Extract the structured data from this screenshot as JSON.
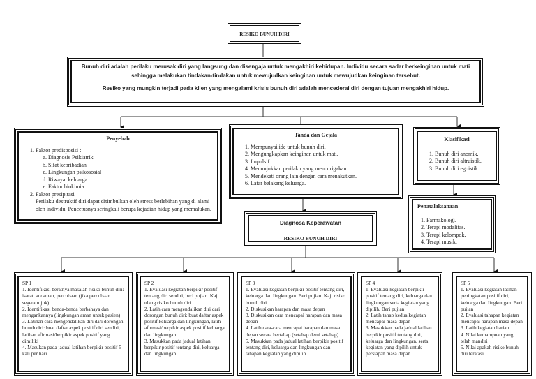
{
  "title": "RESIKO BUNUH DIRI",
  "definition": {
    "p1": "Bunuh diri adalah perilaku merusak diri yang langsung dan disengaja untuk mengakhiri kehidupan. Individu secara sadar berkeinginan untuk mati sehingga melakukan tindakan-tindakan untuk  mewujudkan keinginan untuk mewujudkan keinginan tersebut.",
    "p2": "Resiko yang mungkin terjadi pada klien yang mengalami krisis bunuh diri adalah mencederai diri dengan tujuan mengakhiri hidup."
  },
  "penyebab": {
    "heading": "Penyebab",
    "item1": "Faktor predisposisi :",
    "sub": [
      "Diagnosis Psikiatrik",
      "Sifat kepribadian",
      "Lingkungan psikososial",
      "Riwayat keluarga",
      "Faktor biokimia"
    ],
    "item2": "Faktor presipitasi",
    "item2_text": "Perilaku destruktif diri dapat ditimbulkan oleh stress berlebihan yang di alami oleh individu. Pencetusnya seringkali berupa kejadian hidup yang memalukan."
  },
  "tanda": {
    "heading": "Tanda dan Gejala",
    "items": [
      "Mempunyai ide untuk bunuh diri.",
      "Mengungkapkan keinginan untuk mati.",
      "Impulsif.",
      "Menunjukkan perilaku yang mencurigakan.",
      "Mendekati orang lain dengan cara menakutkan.",
      "Latar belakang keluarga."
    ]
  },
  "klasifikasi": {
    "heading": "Klasifikasi",
    "items": [
      "Bunuh diri anomik.",
      "Bunuh diri altruistik.",
      "Bunuh diri egoistik."
    ]
  },
  "penatalaksanaan": {
    "heading": "Penatalaksanaan",
    "items": [
      "Farmakologi.",
      "Terapi modalitas.",
      "Terapi kelompok.",
      "Terapi musik."
    ]
  },
  "diagnosa": {
    "heading": "Diagnosa Keperawatan",
    "value": "RESIKO BUNUH DIRI"
  },
  "sp": [
    {
      "title": "SP 1",
      "lines": [
        "1. Identifikasi beratnya masalah risiko bunuh diri: isarat, ancaman, percobaan (jika percobaan segera rujuk)",
        "2. Identifikasi benda-benda berbahaya dan mengankannya (lingkungan aman untuk pasien)",
        "3.  Latihan cara mengendalikan diri dari dorongan bunuh diri: buat daftar aspek positif diri sendiri, latihan afirmasi/berpikir aspek positif yang dimiliki",
        "4. Masukan pada jadual latihan berpikir positif 5 kali per hari"
      ]
    },
    {
      "title": "SP 2",
      "lines": [
        "1. Evaluasi kegiatan berpikir positif tentang diri sendiri, beri pujian. Kaji ulang risiko bunuh diri",
        "2. Latih  cara mengendalikan diri dari dorongan bunuh diri: buat daftar aspek positif keluarga dan lingkungan, latih afirmasi/berpikir aspek positif keluarga dan lingkungan",
        "3. Masukkan pada jadual latihan berpikir positif tentang diri, keluarga dan lingkungan"
      ]
    },
    {
      "title": "SP 3",
      "lines": [
        "1. Evaluasi kegiatan berpikir positif tentang diri, keluarga dan lingkungan. Beri pujian. Kaji risiko bunuh diri",
        "2. Diskusikan harapan dan masa depan",
        "3.  Diskusikan cara mencapai harapan dan masa depan",
        "4. Latih cara-cara mencapai harapan dan masa depan secara bertahap (setahap demi setahap)",
        "5. Masukkan pada jadual latihan berpikir positif tentang diri, keluarga dan lingkungan dan tahapan kegiatan yang dipilih"
      ]
    },
    {
      "title": "SP 4",
      "lines": [
        "1. Evaluasi kegiatan berpikir positif tentang diri, keluarga dan lingkungan serta kegiatan yang dipilih. Beri pujian",
        "2. Latih tahap kedua kegiatan mencapai masa depan",
        "3. Masukkan pada jadual latihan berpikir positif tentang diri, keluarga dan lingkungan, serta kegiatan yang dipilih untuk persiapan masa depan"
      ]
    },
    {
      "title": "SP 5",
      "lines": [
        "1. Evaluasi kegiatan latihan peningkatan positif diri, keluarga dan lingkungan. Beri pujian",
        "2. Evaluasi tahapan kegiatan mencapai harapan masa depan",
        "3. Latih kegiatan harian",
        "4. Nilai kemampuan yang telah mandiri",
        "5. Nilai apakah risiko bunuh diri teratasi"
      ]
    }
  ]
}
